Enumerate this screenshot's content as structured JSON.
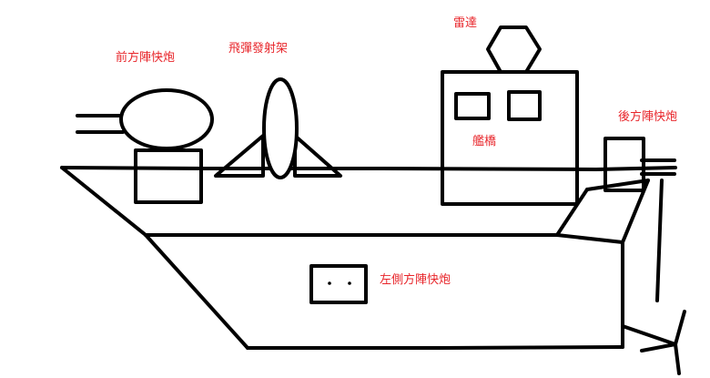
{
  "labels": {
    "front_gun": "前方陣快炮",
    "missile_launcher": "飛彈發射架",
    "radar": "雷達",
    "bridge": "艦橋",
    "rear_gun": "後方陣快炮",
    "left_gun": "左側方陣快炮"
  },
  "colors": {
    "label_text": "#e8262b",
    "stroke": "#000000",
    "background": "#ffffff"
  }
}
